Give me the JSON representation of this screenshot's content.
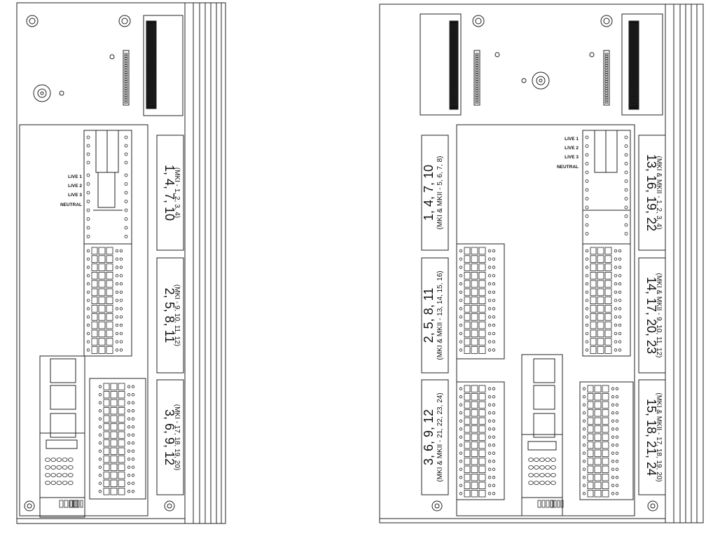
{
  "panels": [
    {
      "id": "left",
      "live_labels": [
        "LIVE 1",
        "LIVE 2",
        "LIVE 3",
        "NEUTRAL"
      ],
      "zones": [
        {
          "main": "1, 4, 7, 10",
          "sub": "(MKI - 1, 2, 3, 4)"
        },
        {
          "main": "2, 5, 8, 11",
          "sub": "(MKI - 9, 10, 11, 12)"
        },
        {
          "main": "3, 6, 9, 12",
          "sub": "(MKI - 17, 18, 19, 20)"
        }
      ]
    },
    {
      "id": "right",
      "live_labels": [
        "LIVE 1",
        "LIVE 2",
        "LIVE 3",
        "NEUTRAL"
      ],
      "zones_left": [
        {
          "main": "1, 4, 7, 10",
          "sub": "(MKI & MKII - 5, 6, 7, 8)"
        },
        {
          "main": "2, 5, 8, 11",
          "sub": "(MKI & MKII - 13, 14, 15, 16)"
        },
        {
          "main": "3, 6, 9, 12",
          "sub": "(MKI & MKII - 21, 22, 23, 24)"
        }
      ],
      "zones_right": [
        {
          "main": "13, 16, 19, 22",
          "sub": "(MKI & MKII - 1, 2, 3, 4)"
        },
        {
          "main": "14, 17, 20, 23",
          "sub": "(MKI & MKII - 9, 10, 11, 12)"
        },
        {
          "main": "15, 18, 21, 24",
          "sub": "(MKI & MKII - 17, 18, 19, 20)"
        }
      ]
    }
  ],
  "colors": {
    "line": "#222222",
    "paper": "#ffffff",
    "chip": "#111111"
  }
}
